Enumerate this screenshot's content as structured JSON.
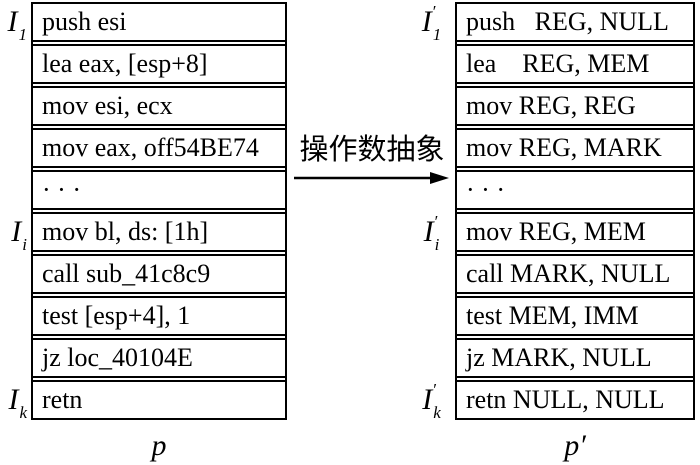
{
  "figure": {
    "transform_label": "操作数抽象",
    "left_table": {
      "rows": [
        "push esi",
        "lea eax, [esp+8]",
        "mov esi, ecx",
        "mov eax, off54BE74",
        "· · ·",
        "mov bl, ds: [1h]",
        "call sub_41c8c9",
        "test [esp+4], 1",
        "jz loc_40104E",
        "retn"
      ],
      "row_labels": [
        {
          "base": "I",
          "prime": "",
          "sub": "1"
        },
        {
          "base": "I",
          "prime": "",
          "sub": "i"
        },
        {
          "base": "I",
          "prime": "",
          "sub": "k"
        }
      ],
      "caption": "p"
    },
    "right_table": {
      "rows": [
        "push   REG, NULL",
        "lea    REG, MEM",
        "mov REG, REG",
        "mov REG, MARK",
        "· · ·",
        "mov REG, MEM",
        "call MARK, NULL",
        "test MEM, IMM",
        "jz MARK, NULL",
        "retn NULL, NULL"
      ],
      "row_labels": [
        {
          "base": "I",
          "prime": "′",
          "sub": "1"
        },
        {
          "base": "I",
          "prime": "′",
          "sub": "i"
        },
        {
          "base": "I",
          "prime": "′",
          "sub": "k"
        }
      ],
      "caption": "p′"
    },
    "colors": {
      "foreground": "#000000",
      "background": "#ffffff"
    }
  }
}
